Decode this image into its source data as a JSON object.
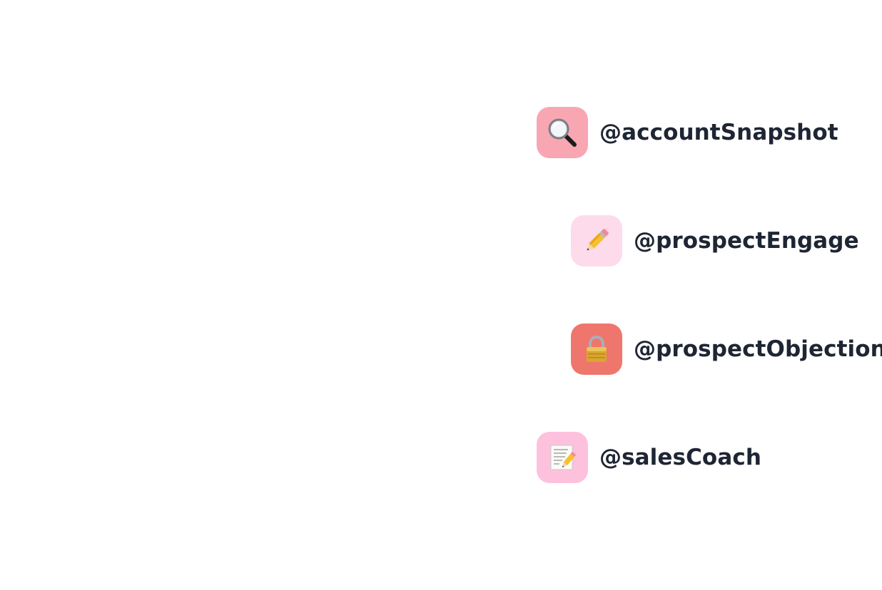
{
  "agents": [
    {
      "label": "@accountSnapshot",
      "icon": "magnifying-glass-icon",
      "color": "#f9a6b3"
    },
    {
      "label": "@prospectEngage",
      "icon": "pencil-icon",
      "color": "#fddbeb"
    },
    {
      "label": "@prospectObjection",
      "icon": "padlock-icon",
      "color": "#ef766c"
    },
    {
      "label": "@salesCoach",
      "icon": "memo-icon",
      "color": "#fdc1de"
    }
  ]
}
